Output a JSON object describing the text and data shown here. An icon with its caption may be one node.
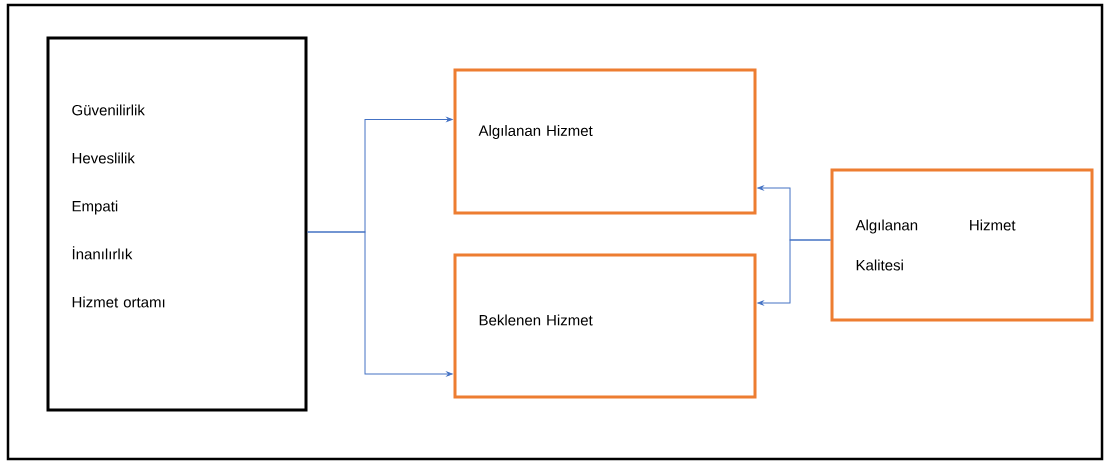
{
  "diagram": {
    "nodes": [
      {
        "text": [
          "Güvenilirlik",
          "Heveslilik",
          "Empati",
          "İnanılırlık",
          "Hizmet ortamı"
        ]
      },
      {
        "text": [
          "Algılanan Hizmet"
        ]
      },
      {
        "text": [
          "Beklenen Hizmet"
        ]
      },
      {
        "text": [
          "Algılanan Hizmet Kalitesi"
        ]
      }
    ],
    "edges": [
      {
        "from": 0,
        "to": 1,
        "arrow": "to"
      },
      {
        "from": 0,
        "to": 2,
        "arrow": "to"
      },
      {
        "from": 3,
        "to": 1,
        "arrow": "to"
      },
      {
        "from": 3,
        "to": 2,
        "arrow": "to"
      }
    ]
  }
}
